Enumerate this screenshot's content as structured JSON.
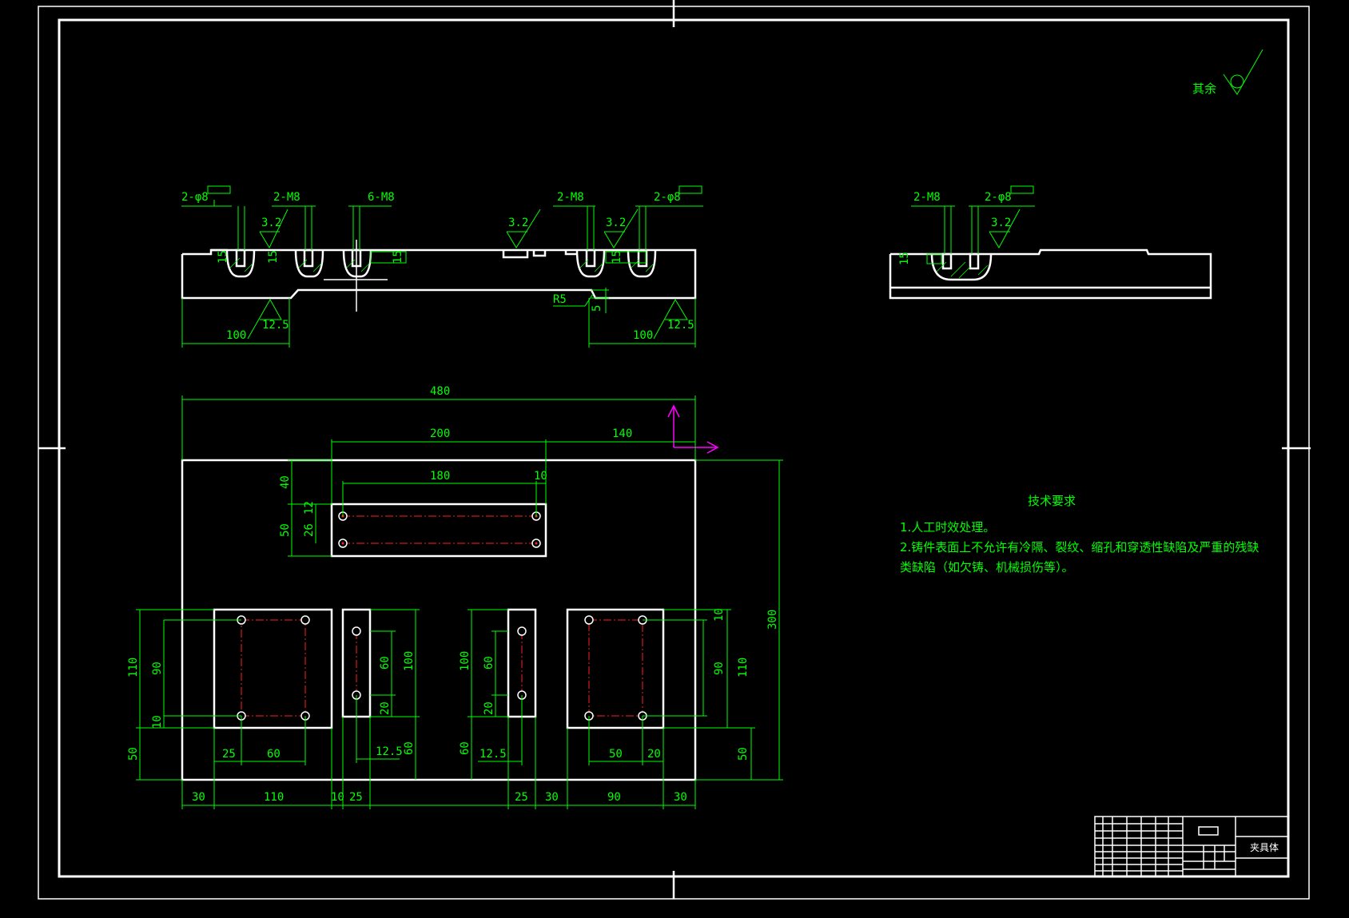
{
  "drawing": {
    "roughness_note": {
      "label": "其余"
    },
    "title_block": {
      "part_name": "夹具体"
    },
    "tech_requirements": {
      "heading": "技术要求",
      "items": [
        "1.人工时效处理。",
        "2.铸件表面上不允许有冷隔、裂纹、缩孔和穿透性缺陷及严重的残缺",
        "类缺陷（如欠铸、机械损伤等）。"
      ]
    },
    "front_view": {
      "callouts": [
        "2-φ8",
        "2-M8",
        "6-M8",
        "2-M8",
        "2-φ8"
      ],
      "roughness": [
        "3.2",
        "3.2",
        "3.2",
        "12.5",
        "12.5"
      ],
      "depths": [
        "15",
        "15",
        "15",
        "15"
      ],
      "dims": [
        "100",
        "100",
        "R5",
        "5"
      ]
    },
    "side_view": {
      "callouts": [
        "2-M8",
        "2-φ8"
      ],
      "roughness": [
        "3.2"
      ],
      "depths": [
        "15"
      ]
    },
    "plan_view": {
      "dims_top": [
        "480",
        "200",
        "140",
        "180",
        "10"
      ],
      "dims_left_upper": [
        "40",
        "50",
        "26",
        "12"
      ],
      "dims_left": [
        "110",
        "90",
        "10",
        "50"
      ],
      "dims_mid_a": [
        "60",
        "100",
        "20",
        "12.5",
        "60"
      ],
      "dims_mid_b": [
        "100",
        "60",
        "20",
        "60",
        "12.5"
      ],
      "dims_right": [
        "10",
        "90",
        "110",
        "50",
        "300"
      ],
      "dims_bottom": [
        "30",
        "110",
        "10",
        "25",
        "25",
        "30",
        "90",
        "30"
      ],
      "dims_inner": [
        "25",
        "60",
        "50",
        "20"
      ]
    },
    "colors": {
      "outline": "#ffffff",
      "dimension": "#00ff00",
      "centerline": "#ff2020",
      "axis": "#ff00ff"
    }
  }
}
